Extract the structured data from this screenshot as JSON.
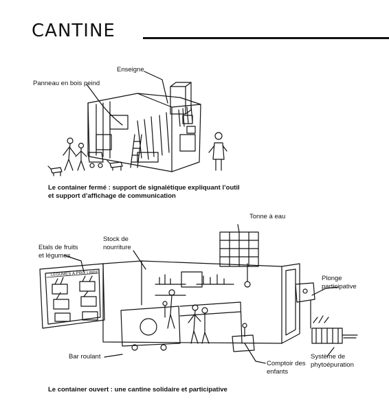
{
  "title": "CANTINE",
  "closed": {
    "labels": {
      "panel": "Panneau en bois peind",
      "sign": "Enseigne"
    },
    "caption_line1": "Le container fermé : support de signalétique expliquant l’outil",
    "caption_line2": "et support d’affichage de communication"
  },
  "open": {
    "labels": {
      "water_tank": "Tonne à eau",
      "food_stock": [
        "Stock de",
        "nourriture"
      ],
      "fruit_stalls": [
        "Etals de fruits",
        "et légumes"
      ],
      "wash": [
        "Plonge",
        "participative"
      ],
      "bar": "Bar roulant",
      "kids_counter": [
        "Comptoir des",
        "enfants"
      ],
      "phyto": [
        "Système de",
        "phytoépuration"
      ]
    },
    "stall_sign": "LÉGUMES  À  PRIX  LIBRE",
    "caption": "Le container ouvert : une cantine solidaire et participative"
  }
}
